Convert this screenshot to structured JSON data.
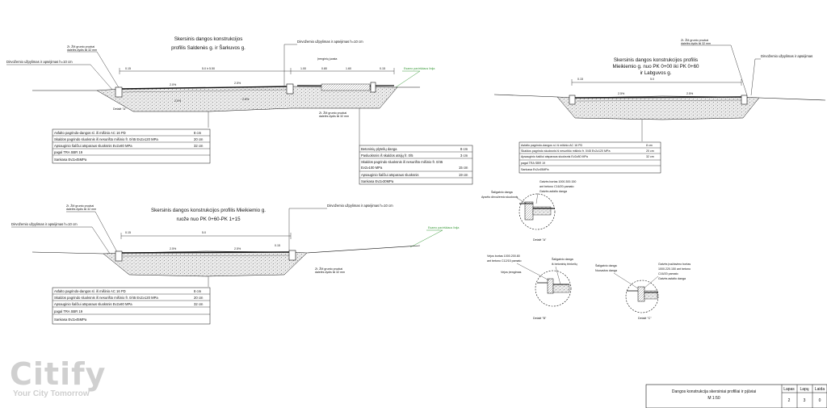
{
  "profile1": {
    "title": [
      "Skersinis dangos konstrukcijos",
      "profilis  Saldenės g. ir Šarkuvos g."
    ],
    "notes": {
      "fill_left": "Dirvožemio užpylimas ir apsėjimas h=10 cm",
      "gravel_top": [
        "Zt. ŽM grunto pruvkai",
        "dalelės dydis iki 32 mm"
      ],
      "fill_top": "Dirvožemio užpylimas ir apsėjimas h=10 cm",
      "border_plan": "Esamo pavirškiaus linija",
      "gravel_bot": [
        "Zt. ŽM grunto pruvkai",
        "dalelės dydis iki 32 mm"
      ],
      "bench": "Įrenginių juosta"
    },
    "dims": [
      "0.15",
      "5.0 ir 5.50",
      "1.00",
      "0.80",
      "1.60",
      "0.15"
    ],
    "slopes": [
      "2.0%",
      "2.5%",
      "2.0%",
      "2.5%"
    ],
    "detail": "Detalė \"A\"",
    "layers_left": [
      {
        "name": "Asfalto pagrindo-dangos sl. iš mišinio AC 16 PD",
        "value": "8 cm"
      },
      {
        "name": "Skaldos pagrindo sluoksnis iš nesurišto mišinio fr. 0/45 Ev2≥120 MPa",
        "value": "20 cm"
      },
      {
        "name": "Apsauginio šalčiui atsparaus sluoksnis Ev2≥80 MPa",
        "value": "32 cm"
      },
      {
        "name": "pagal TRA SBR 19",
        "value": ""
      },
      {
        "name": "Sankasa  Ev2≥45MPa",
        "value": ""
      }
    ],
    "layers_right": [
      {
        "name": "Betoninių plytelių danga",
        "value": "8 cm"
      },
      {
        "name": "Pasluoksnis iš skaldos atsijų fr. 0/5",
        "value": "3 cm"
      },
      {
        "name": "Skaldos pagrindo sluoksnis iš nesurišto mišinio fr. 0/45",
        "value": ""
      },
      {
        "name": "Ev2≥100 MPa",
        "value": "15 cm"
      },
      {
        "name": "Apsauginio šalčiui atsparaus sluoksnis",
        "value": "19 cm"
      },
      {
        "name": "Sankasa  Ev2≥30MPa",
        "value": ""
      }
    ]
  },
  "profile2": {
    "title": [
      "Skersinis dangos konstrukcijos profilis",
      "Mieikiemio g. nuo PK 0+00 iki PK 0+60",
      "ir Labguvos g."
    ],
    "notes": {
      "gravel_top": [
        "Zt. ŽM grunto pruvkai",
        "dalelės dydis iki 32 mm"
      ],
      "fill_right": "Dirvožemio užpylimas ir apsėjimas"
    },
    "dims": [
      "0.15",
      "5.0"
    ],
    "slopes": [
      "2.5%",
      "2.5%"
    ],
    "layers": [
      {
        "name": "Asfalto pagrindo-dangos sl. iš mišinio AC 16 PD",
        "value": "8 cm"
      },
      {
        "name": "Skaldos pagrindo sluoksnis iš nesurišto mišinio fr. 0/45 Ev2≥120 MPa",
        "value": "20 cm"
      },
      {
        "name": "Apsauginio šalčiui atsparaus sluoksnis Ev2≥80 MPa",
        "value": "32 cm"
      },
      {
        "name": "pagal TRA SBR 19",
        "value": ""
      },
      {
        "name": "Sankasa  Ev2≥45MPa",
        "value": ""
      }
    ]
  },
  "profile3": {
    "title": [
      "Skersinis dangos konstrukcijos profilis  Mieikiemio g.",
      "ruože nuo PK 0+60-PK 1+15"
    ],
    "notes": {
      "gravel_top": [
        "Zt. ŽM grunto pruvkai",
        "dalelės dydis iki 32 mm"
      ],
      "fill_left": "Dirvožemio užpylimas ir apsėjimas h=10 cm",
      "fill_top": "Dirvožemio užpylimas ir apsėjimas h=10 cm",
      "border_plan": "Esamo pavirškiaus linija",
      "gravel_bot": [
        "Zt. ŽM grunto pruvkai",
        "dalelės dydis iki 32 mm"
      ]
    },
    "dims": [
      "0.15",
      "5.0",
      "0.15"
    ],
    "slopes": [
      "2.5%",
      "2.5%"
    ],
    "layers": [
      {
        "name": "Asfalto pagrindo-dangos sl. iš mišinio AC 16 PD",
        "value": "8 cm"
      },
      {
        "name": "Skaldos pagrindo sluoksnis iš nesurišto mišinio fr. 0/45 Ev2≥120 MPa",
        "value": "20 cm"
      },
      {
        "name": "Apsauginio šalčiui atsparaus sluoksnis Ev2≥80 MPa",
        "value": "32 cm"
      },
      {
        "name": "pagal TRA SBR 19",
        "value": ""
      },
      {
        "name": "Sankasa  Ev2≥45MPa",
        "value": ""
      }
    ]
  },
  "details": {
    "a": {
      "labels": [
        "Šaligatvio danga",
        "Apsėto dirvožemio sluoksnis",
        "Gatvės bortas 1000.300.150",
        "ant betono C16/20 pamato",
        "Gatvės asfalto danga"
      ],
      "caption": "Detalė \"A\""
    },
    "b": {
      "labels": [
        "Vejos bortas 1000.200.80",
        "ant betono C12/15 pamato",
        "Vejos įrengimas",
        "Šaligatvio danga",
        "iš betoninių trinkelių"
      ],
      "caption": "Detalė \"B\""
    },
    "c": {
      "labels": [
        "Šaligatvio danga",
        "Nuovažos danga",
        "Gatvės įvažiavimo bortas",
        "1000.220.150 ant betono",
        "C16/20 pamato",
        "Gatvės asfalto danga"
      ],
      "caption": "Detalė \"C\""
    }
  },
  "logo": {
    "word": "Citify",
    "tagline": "Your City Tomorrow"
  },
  "title_block": {
    "title": "Dangos konstrukcija skersiniai profiliai ir pjūviai",
    "scale": "M 1:50",
    "headers": [
      "Lapas",
      "Lapų",
      "Laida"
    ],
    "values": [
      "2",
      "3",
      "0"
    ]
  },
  "colors": {
    "line": "#111111",
    "gravel": "#e6e6e6",
    "dots": "#888888",
    "green": "#3a9a3a",
    "logo": "#d0d0d0"
  }
}
